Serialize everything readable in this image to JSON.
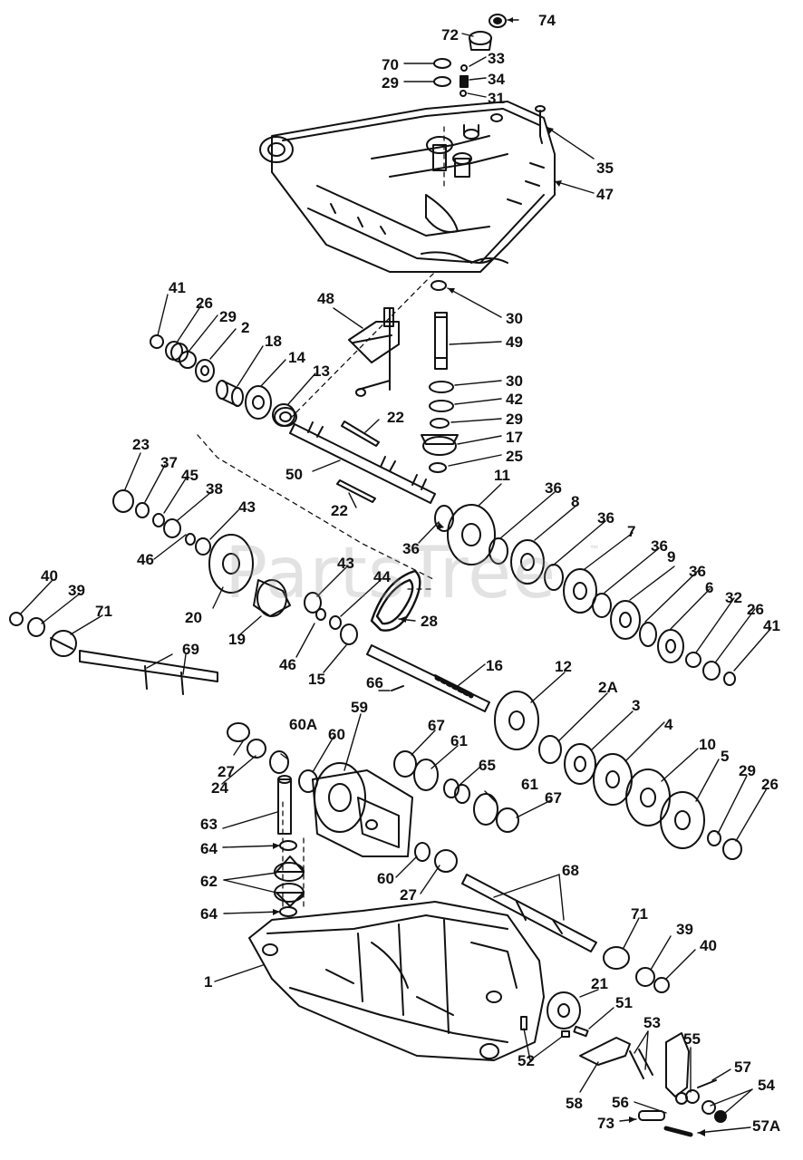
{
  "watermark": {
    "text": "PartsTree",
    "mark": "™"
  },
  "callouts": {
    "c74": "74",
    "c72": "72",
    "c33": "33",
    "c70": "70",
    "c34": "34",
    "c29a": "29",
    "c31": "31",
    "c35": "35",
    "c47": "47",
    "c41a": "41",
    "c26a": "26",
    "c29b": "29",
    "c2": "2",
    "c18": "18",
    "c14": "14",
    "c13": "13",
    "c48": "48",
    "c30a": "30",
    "c49": "49",
    "c30b": "30",
    "c42": "42",
    "c29c": "29",
    "c17": "17",
    "c25": "25",
    "c22a": "22",
    "c22b": "22",
    "c50": "50",
    "c23": "23",
    "c37": "37",
    "c45": "45",
    "c38": "38",
    "c43a": "43",
    "c46a": "46",
    "c20": "20",
    "c11": "11",
    "c36a": "36",
    "c8a": "8",
    "c36b": "36",
    "c7": "7",
    "c36c": "36",
    "c9": "9",
    "c36d": "36",
    "c6": "6",
    "c32": "32",
    "c26b": "26",
    "c41b": "41",
    "c36e": "36",
    "c40a": "40",
    "c39a": "39",
    "c71a": "71",
    "c43b": "43",
    "c44": "44",
    "c28": "28",
    "c19": "19",
    "c46b": "46",
    "c15": "15",
    "c16": "16",
    "c69": "69",
    "c66": "66",
    "c12": "12",
    "c2A": "2A",
    "c3": "3",
    "c4": "4",
    "c10": "10",
    "c5": "5",
    "c29d": "29",
    "c26c": "26",
    "c59": "59",
    "c60A": "60A",
    "c60a": "60",
    "c67a": "67",
    "c61a": "61",
    "c65": "65",
    "c61b": "61",
    "c67b": "67",
    "c27a": "27",
    "c24": "24",
    "c63": "63",
    "c64a": "64",
    "c62": "62",
    "c64b": "64",
    "c60b": "60",
    "c27b": "27",
    "c68": "68",
    "c71b": "71",
    "c39b": "39",
    "c40b": "40",
    "c1": "1",
    "c21": "21",
    "c51": "51",
    "c53": "53",
    "c55": "55",
    "c57": "57",
    "c54": "54",
    "c52": "52",
    "c58": "58",
    "c56": "56",
    "c73": "73",
    "c57A": "57A"
  },
  "colors": {
    "ink": "#111111",
    "paper": "#ffffff",
    "watermark": "#969696"
  }
}
